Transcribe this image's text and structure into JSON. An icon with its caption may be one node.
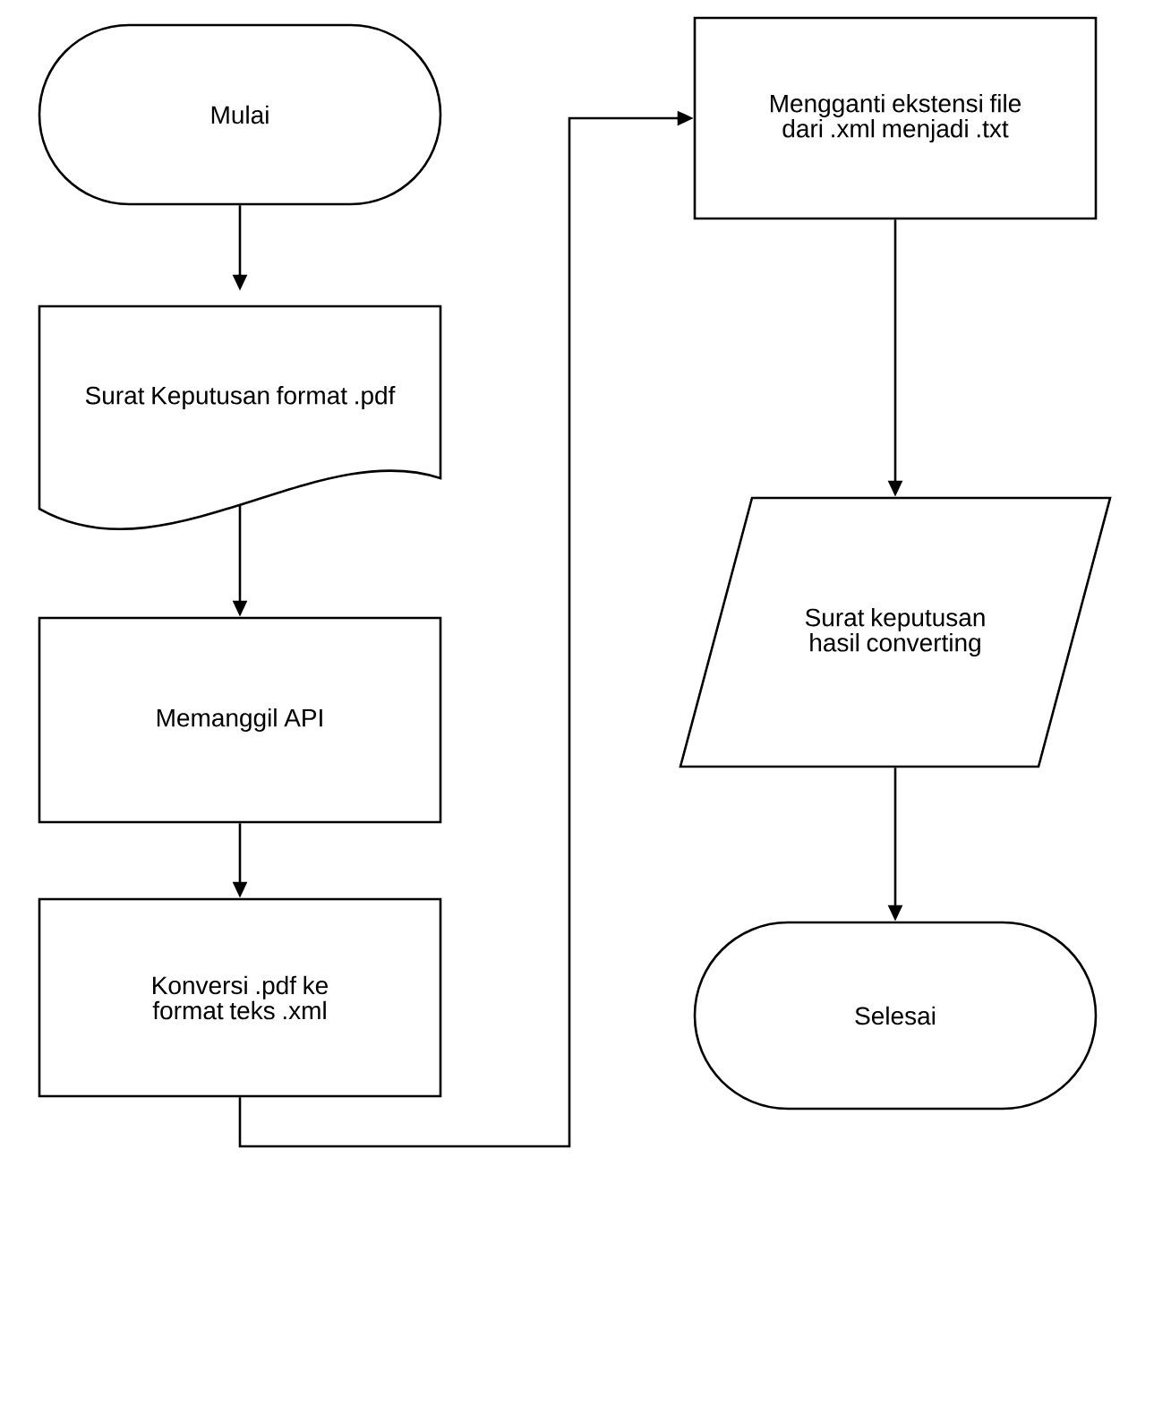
{
  "diagram": {
    "nodes": [
      {
        "text": [
          "Mulai"
        ]
      },
      {
        "text": [
          "Surat Keputusan format .pdf"
        ]
      },
      {
        "text": [
          "Memanggil API"
        ]
      },
      {
        "text": [
          "Konversi .pdf ke format teks .xml"
        ]
      },
      {
        "text": [
          "Mengganti ekstensi file dari .xml menjadi .txt"
        ]
      },
      {
        "text": [
          "Surat keputusan hasil converting"
        ]
      },
      {
        "text": [
          "Selesai"
        ]
      }
    ],
    "edges": [
      {
        "from": 0,
        "to": 1,
        "arrow": "to"
      },
      {
        "from": 1,
        "to": 2,
        "arrow": "to"
      },
      {
        "from": 2,
        "to": 3,
        "arrow": "to"
      },
      {
        "from": 3,
        "to": 4,
        "arrow": "to"
      },
      {
        "from": 4,
        "to": 5,
        "arrow": "to"
      },
      {
        "from": 5,
        "to": 6,
        "arrow": "to"
      }
    ]
  }
}
